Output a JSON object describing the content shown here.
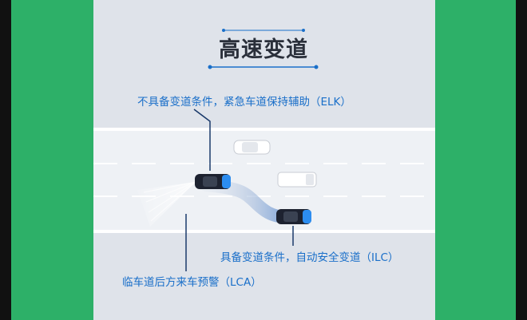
{
  "title": "高速变道",
  "labels": {
    "elk": "不具备变道条件，紧急车道保持辅助（ELK）",
    "ilc": "具备变道条件，自动安全变道（ILC）",
    "lca": "临车道后方来车预警（LCA）"
  },
  "colors": {
    "accent_blue": "#1a6fc9",
    "green_border": "#2db068",
    "road_bg": "#dfe3ea",
    "car_blue": "#2c8df0"
  },
  "icons": [
    "ego-car-icon",
    "lane-change-car-icon",
    "white-car-icon",
    "white-van-icon",
    "radar-fan-icon"
  ]
}
